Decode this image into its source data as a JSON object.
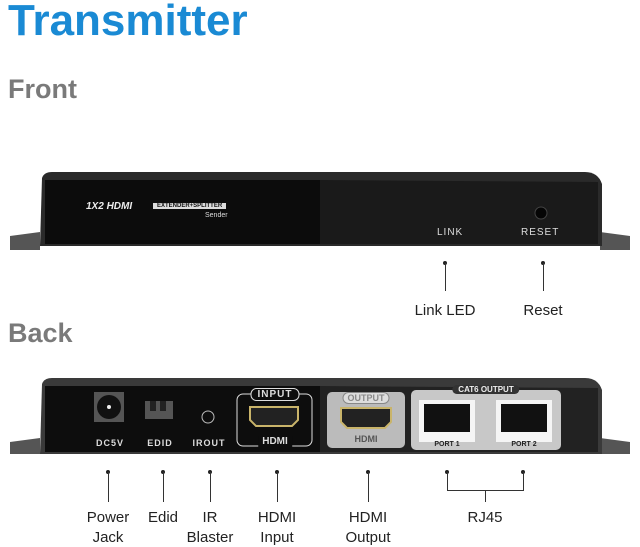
{
  "title": "Transmitter",
  "front": {
    "heading": "Front",
    "device": {
      "logo": "1X2 HDMI",
      "badge": "EXTENDER+SPLITTER",
      "sub": "Sender",
      "link": "LINK",
      "reset": "RESET"
    },
    "callouts": [
      "Link LED",
      "Reset"
    ]
  },
  "back": {
    "heading": "Back",
    "ports": {
      "dc": "DC5V",
      "edid": "EDID",
      "irout": "IROUT",
      "input_tag": "INPUT",
      "input": "HDMI",
      "output_tag": "OUTPUT",
      "output": "HDMI",
      "cat6_tag": "CAT6 OUTPUT",
      "port1": "PORT 1",
      "port2": "PORT 2"
    },
    "callouts": [
      {
        "l1": "Power",
        "l2": "Jack"
      },
      {
        "l1": "Edid",
        "l2": ""
      },
      {
        "l1": "IR",
        "l2": "Blaster"
      },
      {
        "l1": "HDMI",
        "l2": "Input"
      },
      {
        "l1": "HDMI",
        "l2": "Output"
      },
      {
        "l1": "RJ45",
        "l2": ""
      }
    ]
  },
  "colors": {
    "title": "#1a8ad4",
    "heading": "#7a7a7a"
  }
}
